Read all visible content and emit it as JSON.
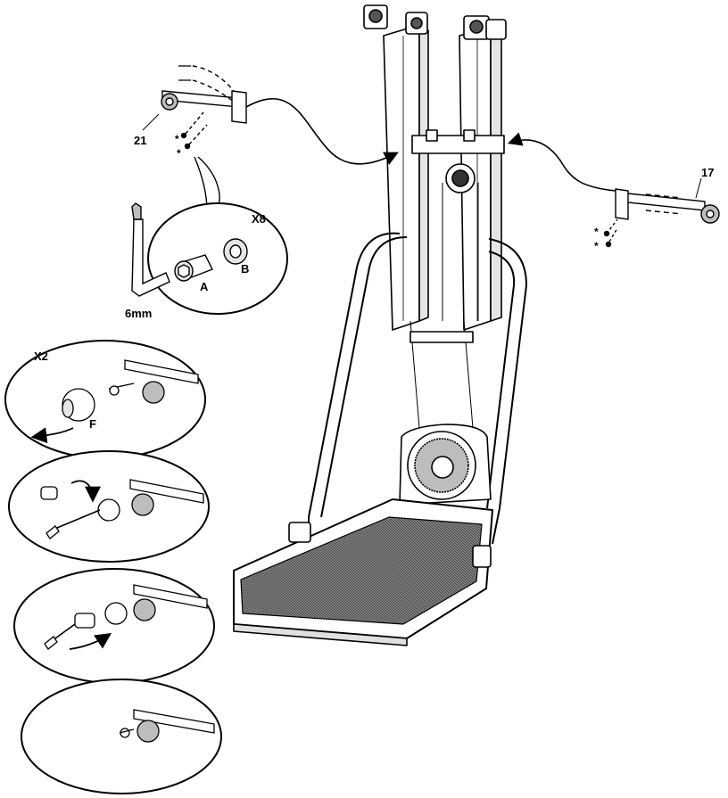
{
  "callouts": {
    "part_21": "21",
    "part_17": "17",
    "qty_x8": "X8",
    "qty_x2": "X2",
    "wrench_size": "6mm",
    "bolt_a": "A",
    "washer_b": "B",
    "ball_f": "F",
    "asterisk": "*"
  },
  "colors": {
    "ink": "#000000",
    "paper": "#ffffff",
    "platform_mat": "#6e6e6e",
    "shade": "#bdbdbd"
  }
}
